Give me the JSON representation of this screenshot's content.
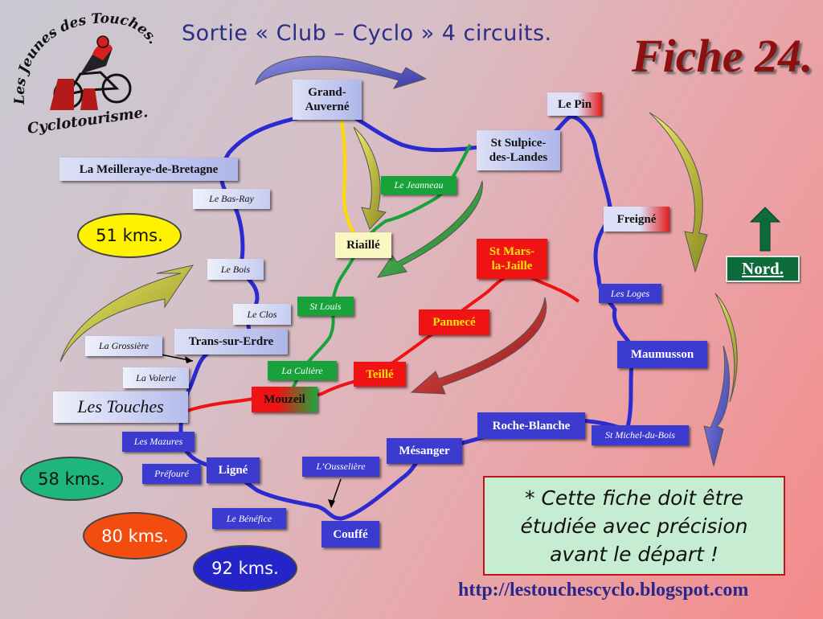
{
  "title": "Sortie « Club – Cyclo » 4 circuits.",
  "fiche": "Fiche 24.",
  "logo": {
    "top_text": "Les Jeunes des Touches.",
    "bottom_text": "Cyclotourisme."
  },
  "route_colors": {
    "51 kms": "#ffd900",
    "58 kms": "#17a33a",
    "80 kms": "#ef1313",
    "92 kms": "#2b2bd0"
  },
  "distances": [
    {
      "label": "51 kms.",
      "color": "#fff200",
      "text_color": "#111111"
    },
    {
      "label": "58 kms.",
      "color": "#1fb67d",
      "text_color": "#111111"
    },
    {
      "label": "80 kms.",
      "color": "#f24d0f",
      "text_color": "#ffffff"
    },
    {
      "label": "92 kms.",
      "color": "#2424c9",
      "text_color": "#ffffff"
    }
  ],
  "places": {
    "grand_auverne": "Grand-\nAuverné",
    "le_pin": "Le Pin",
    "st_sulpice": "St Sulpice-\ndes-Landes",
    "la_meilleraye": "La Meilleraye-de-Bretagne",
    "le_bas_ray": "Le Bas-Ray",
    "le_jeanneau": "Le Jeanneau",
    "riaille": "Riaillé",
    "freigne": "Freigné",
    "st_mars": "St Mars-\nla-Jaille",
    "le_bois": "Le Bois",
    "st_louis": "St Louis",
    "les_loges": "Les Loges",
    "le_clos": "Le Clos",
    "pannece": "Pannecé",
    "la_grossiere": "La Grossière",
    "trans_sur_erdre": "Trans-sur-Erdre",
    "maumusson": "Maumusson",
    "la_culiere": "La Culière",
    "teille": "Teillé",
    "la_volerie": "La Volerie",
    "les_touches": "Les Touches",
    "mouzeil": "Mouzeil",
    "roche_blanche": "Roche-Blanche",
    "st_michel": "St Michel-du-Bois",
    "les_mazures": "Les Mazures",
    "mesanger": "Mésanger",
    "prefoure": "Préfouré",
    "ligne": "Ligné",
    "l_ousseliere": "L’Ousselière",
    "le_benefice": "Le Bénéfice",
    "couffe": "Couffé"
  },
  "north_label": "Nord.",
  "note": "* Cette fiche doit être étudiée avec précision avant le départ !",
  "url": "http://lestouchescyclo.blogspot.com"
}
